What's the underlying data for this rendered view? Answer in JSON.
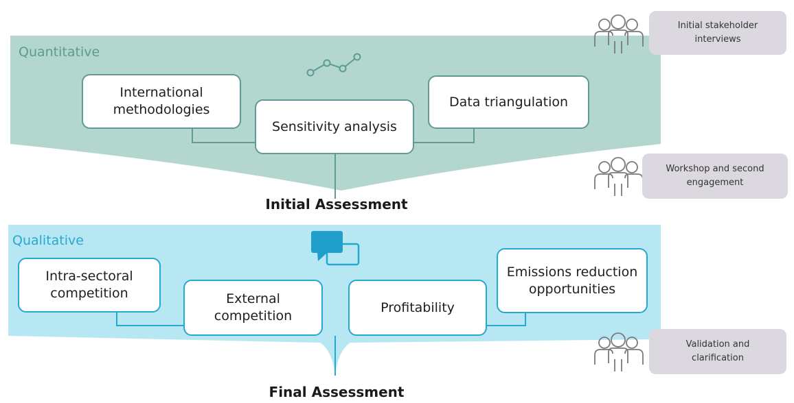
{
  "quantitative": {
    "label": "Quantitative",
    "boxes": [
      "International methodologies",
      "Sensitivity analysis",
      "Data triangulation"
    ],
    "assessment": "Initial Assessment"
  },
  "qualitative": {
    "label": "Qualitative",
    "boxes": [
      "Intra-sectoral competition",
      "External competition",
      "Profitability",
      "Emissions reduction opportunities"
    ],
    "assessment": "Final Assessment"
  },
  "engagements": [
    "Initial stakeholder interviews",
    "Workshop and second engagement",
    "Validation and clarification"
  ],
  "icons": {
    "quantitative": "data-nodes-icon",
    "qualitative": "chat-bubbles-icon",
    "engagement": "people-group-icon"
  },
  "colors": {
    "quantitative_fill": "#b3d6cf",
    "quantitative_border": "#5f9a93",
    "quantitative_label": "#5e9a8f",
    "qualitative_fill": "#b8e7f4",
    "qualitative_border": "#21a9cf",
    "qualitative_label": "#2ba6cc",
    "note_fill": "#dcd8df"
  }
}
